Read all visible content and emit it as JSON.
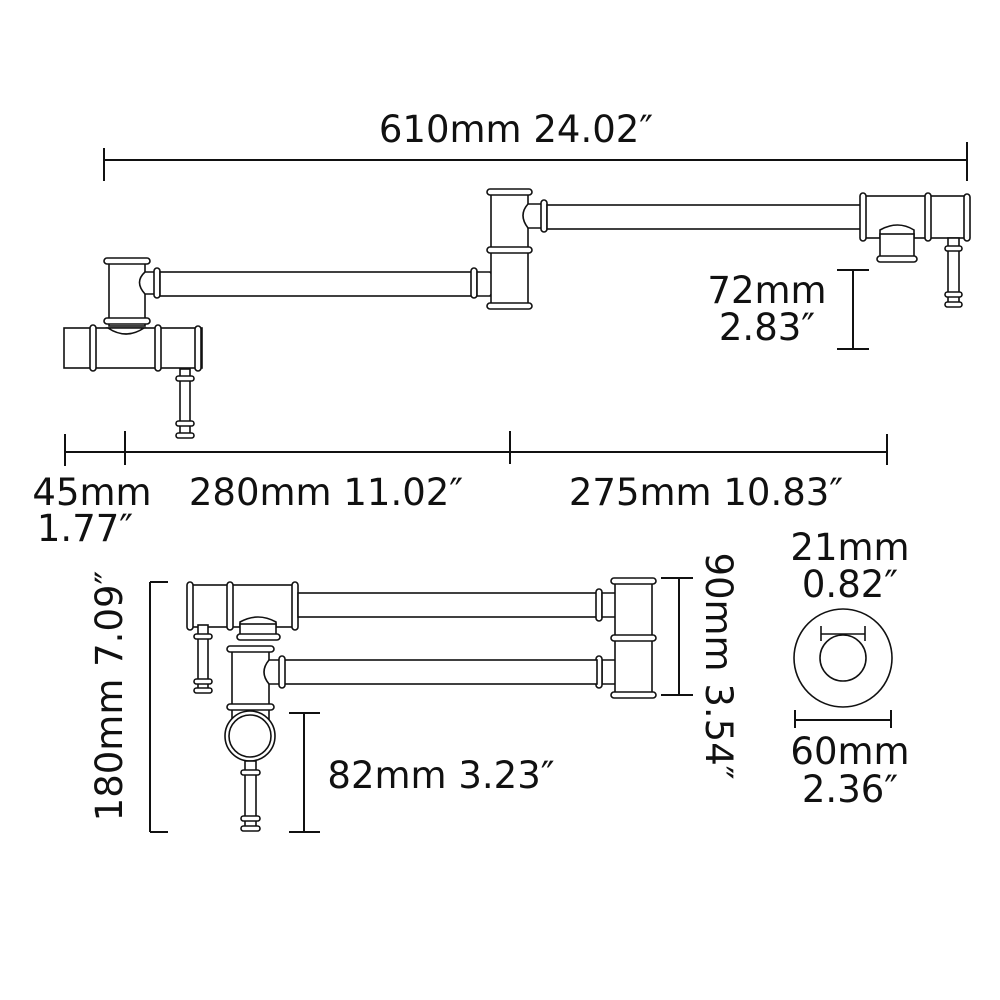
{
  "diagram": {
    "subject": "pot filler faucet dimension drawing",
    "colors": {
      "line": "#111111",
      "background": "#ffffff"
    },
    "top_view": {
      "overall_width": {
        "mm": "610mm",
        "in": "24.02″",
        "label": "610mm 24.02″"
      },
      "spout_drop": {
        "mm": "72mm",
        "in": "2.83″"
      },
      "wall_offset": {
        "mm": "45mm",
        "in": "1.77″"
      },
      "first_arm": {
        "label": "280mm 11.02″"
      },
      "second_arm": {
        "label": "275mm 10.83″"
      }
    },
    "folded_view": {
      "total_height": {
        "label": "180mm 7.09″"
      },
      "arm_spacing": {
        "label": "90mm 3.54″"
      },
      "base_height": {
        "label": "82mm 3.23″"
      }
    },
    "flange_view": {
      "inner_diameter": {
        "mm": "21mm",
        "in": "0.82″"
      },
      "outer_diameter": {
        "mm": "60mm",
        "in": "2.36″"
      }
    }
  }
}
